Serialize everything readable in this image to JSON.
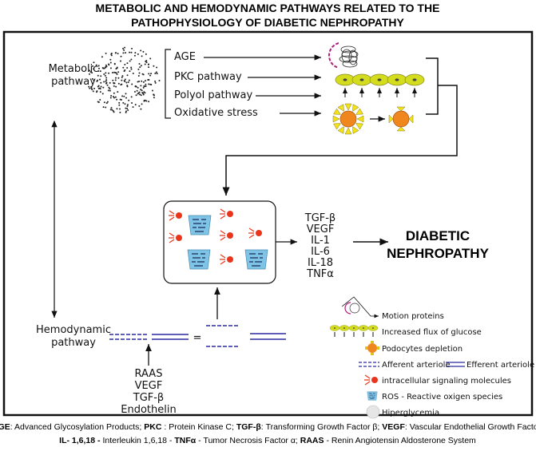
{
  "title": {
    "line1": "METABOLIC AND HEMODYNAMIC PATHWAYS RELATED TO THE",
    "line2": "PATHOPHYSIOLOGY OF DIABETIC NEPHROPATHY"
  },
  "metabolic": {
    "label1": "Metabolic",
    "label2": "pathway",
    "items": [
      "AGE",
      "PKC pathway",
      "Polyol pathway",
      "Oxidative stress"
    ]
  },
  "hemodynamic": {
    "label1": "Hemodynamic",
    "label2": "pathway",
    "equals": "=",
    "factors": [
      "RAAS",
      "VEGF",
      "TGF-β",
      "Endothelin"
    ]
  },
  "mediators": [
    "TGF-β",
    "VEGF",
    "IL-1",
    "IL-6",
    "IL-18",
    "TNFα"
  ],
  "outcome": {
    "line1": "DIABETIC",
    "line2": "NEPHROPATHY"
  },
  "legend": {
    "motion": "Motion proteins",
    "glucose": "Increased flux of glucose",
    "podocytes": "Podocytes depletion",
    "afferent": "Afferent arteriole",
    "efferent": "Efferent arteriole",
    "signaling": "intracellular signaling molecules",
    "ros": "ROS - Reactive oxigen species",
    "hyperglycemia": "Hiperglycemia"
  },
  "footnote": {
    "age_k": "AGE",
    "age_v": ": Advanced Glycosylation Products; ",
    "pkc_k": "PKC",
    "pkc_v": " : Protein Kinase C; ",
    "tgf_k": "TGF-β",
    "tgf_v": ": Transforming Growth Factor β; ",
    "vegf_k": "VEGF",
    "vegf_v": ": Vascular Endothelial Growth Factor;",
    "il_k": "IL- 1,6,18 -",
    "il_v": " Interleukin 1,6,18 - ",
    "tnf_k": "TNFα",
    "tnf_v": " - Tumor Necrosis Factor α; ",
    "raas_k": "RAAS",
    "raas_v": " - Renin Angiotensin Aldosterone System"
  },
  "colors": {
    "cell": "#d4dc1e",
    "podocyte": "#f0861e",
    "spike": "#f2e21a",
    "arteriole": "#2a2aa0",
    "signal": "#e8351c",
    "ros": "#7ec4e6"
  }
}
